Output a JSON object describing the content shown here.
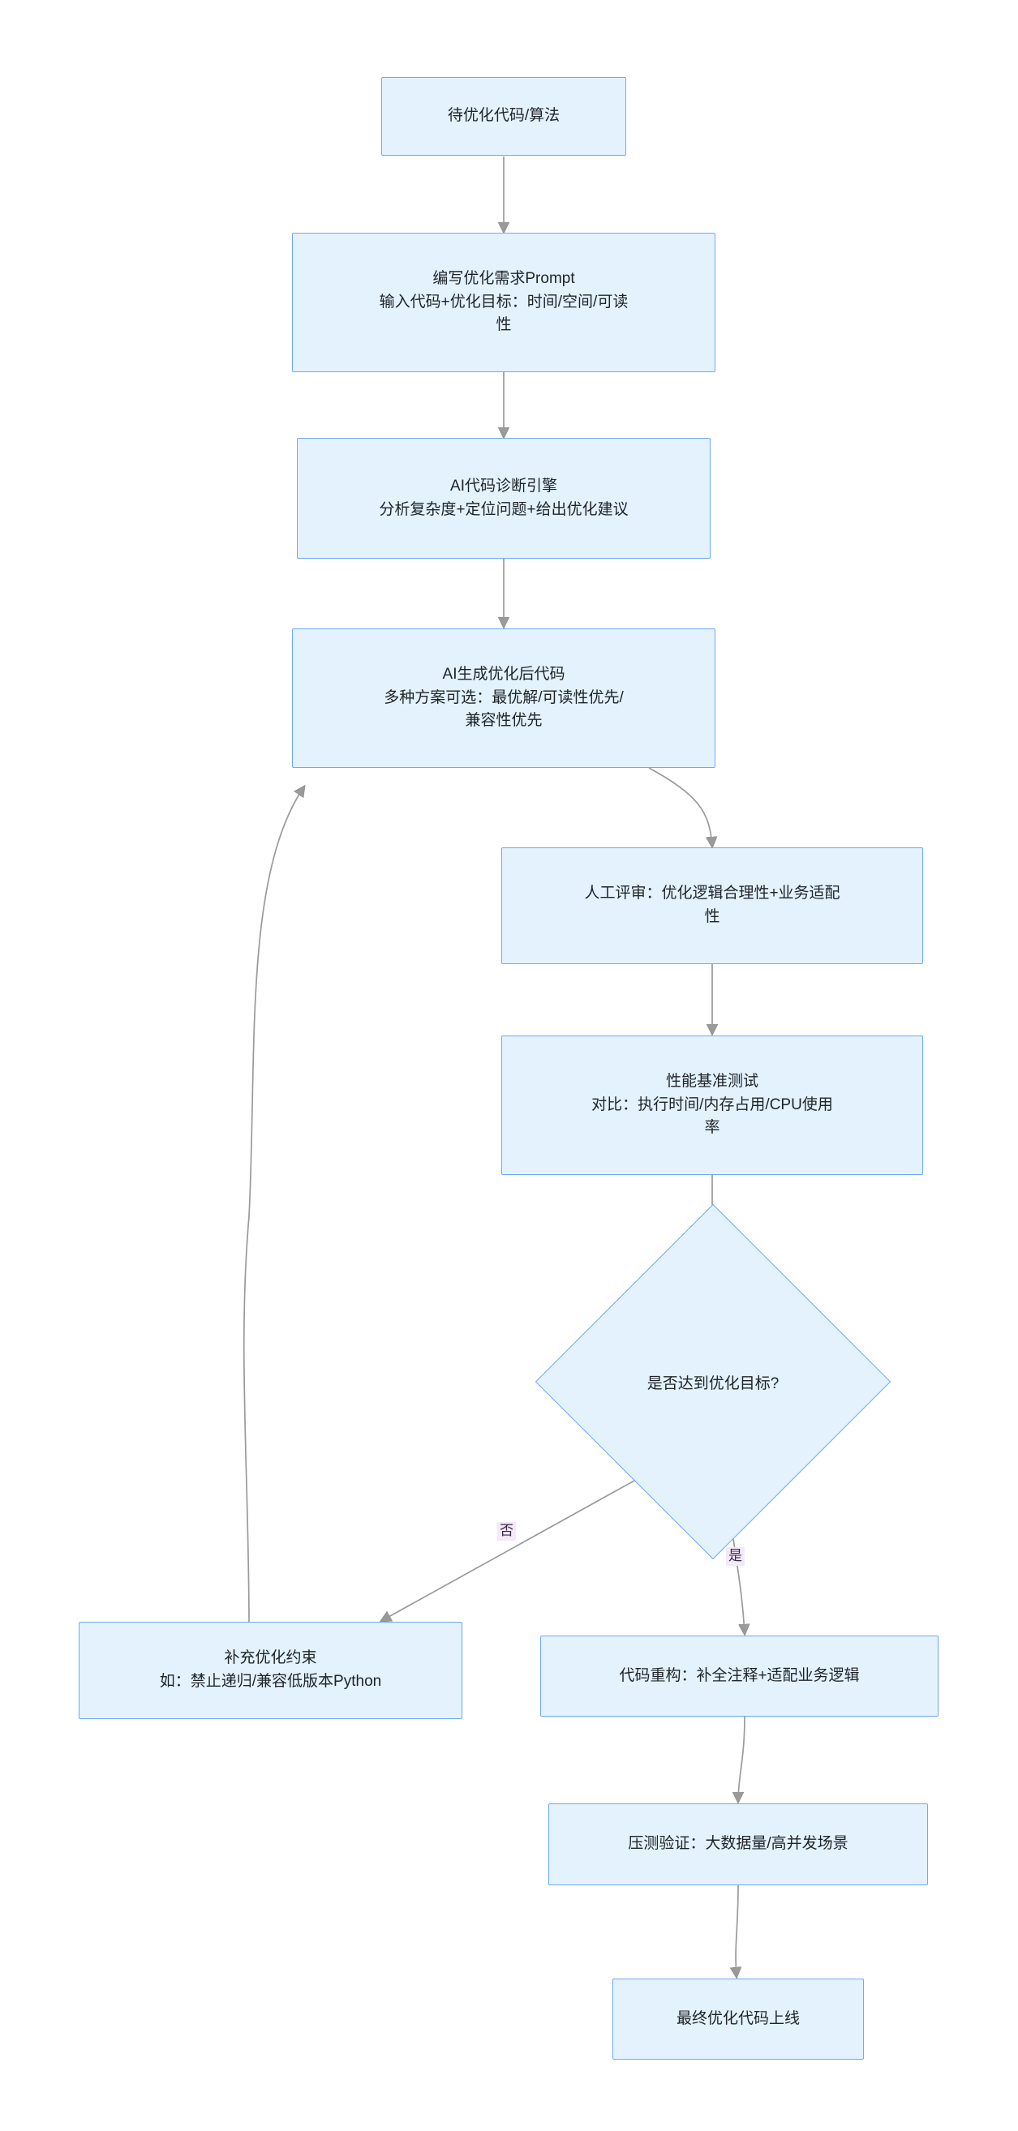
{
  "diagram": {
    "type": "flowchart",
    "direction": "top-to-bottom",
    "theme": {
      "node_fill": "#e3f2fd",
      "node_border": "#6eaaf5",
      "edge_color": "#999999",
      "text_color": "#1f2328",
      "edge_label_bg": "#f4e9fb",
      "background": "#ffffff"
    },
    "nodes": {
      "source_code": {
        "label": "待优化代码/算法",
        "shape": "rect"
      },
      "write_prompt": {
        "label": "编写优化需求Prompt\n输入代码+优化目标：时间/空间/可读\n性",
        "shape": "rect"
      },
      "diagnose": {
        "label": "AI代码诊断引擎\n分析复杂度+定位问题+给出优化建议",
        "shape": "rect"
      },
      "generate": {
        "label": "AI生成优化后代码\n多种方案可选：最优解/可读性优先/\n兼容性优先",
        "shape": "rect"
      },
      "human_review": {
        "label": "人工评审：优化逻辑合理性+业务适配\n性",
        "shape": "rect"
      },
      "benchmark": {
        "label": "性能基准测试\n对比：执行时间/内存占用/CPU使用\n率",
        "shape": "rect"
      },
      "decision": {
        "label": "是否达到优化目标?",
        "shape": "diamond"
      },
      "add_constraints": {
        "label": "补充优化约束\n如：禁止递归/兼容低版本Python",
        "shape": "rect"
      },
      "refactor": {
        "label": "代码重构：补全注释+适配业务逻辑",
        "shape": "rect"
      },
      "stress_test": {
        "label": "压测验证：大数据量/高并发场景",
        "shape": "rect"
      },
      "deploy": {
        "label": "最终优化代码上线",
        "shape": "rect"
      }
    },
    "edges": [
      {
        "from": "source_code",
        "to": "write_prompt",
        "label": ""
      },
      {
        "from": "write_prompt",
        "to": "diagnose",
        "label": ""
      },
      {
        "from": "diagnose",
        "to": "generate",
        "label": ""
      },
      {
        "from": "generate",
        "to": "human_review",
        "label": ""
      },
      {
        "from": "human_review",
        "to": "benchmark",
        "label": ""
      },
      {
        "from": "benchmark",
        "to": "decision",
        "label": ""
      },
      {
        "from": "decision",
        "to": "add_constraints",
        "label": "否"
      },
      {
        "from": "decision",
        "to": "refactor",
        "label": "是"
      },
      {
        "from": "add_constraints",
        "to": "generate",
        "label": ""
      },
      {
        "from": "refactor",
        "to": "stress_test",
        "label": ""
      },
      {
        "from": "stress_test",
        "to": "deploy",
        "label": ""
      }
    ],
    "edge_labels": {
      "no": "否",
      "yes": "是"
    }
  }
}
